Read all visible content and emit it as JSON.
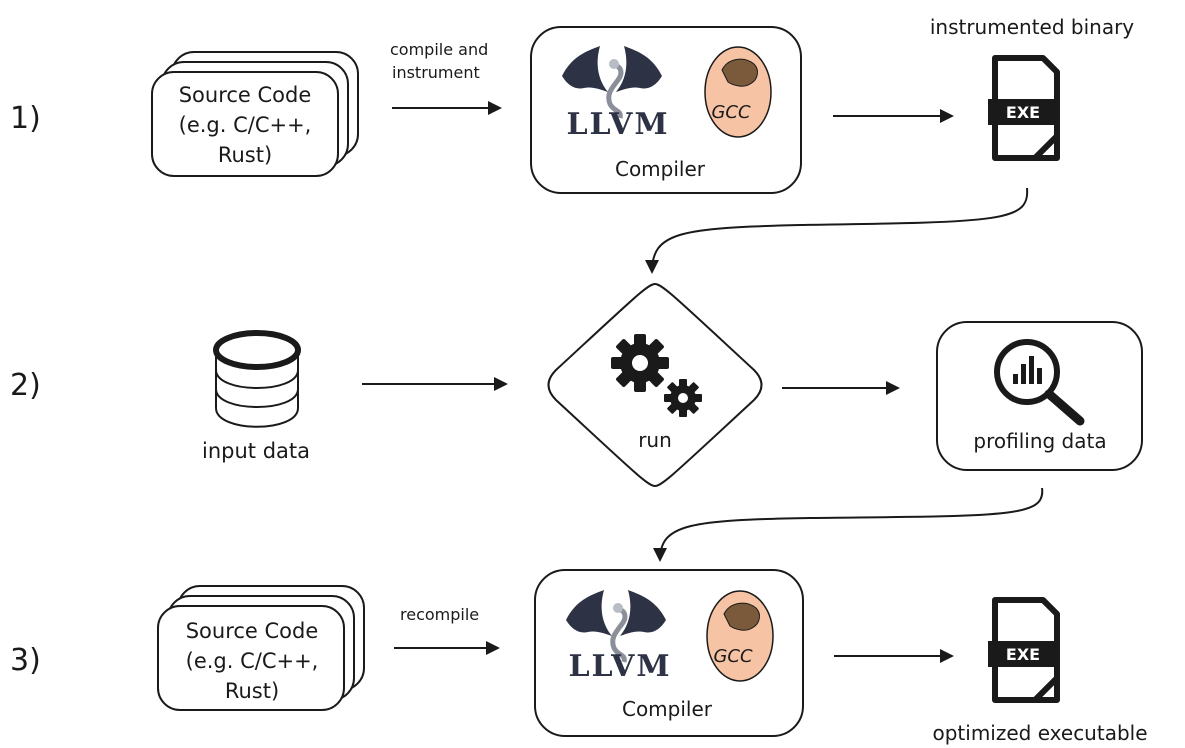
{
  "steps": [
    {
      "number": "1)",
      "source": [
        "Source Code",
        "(e.g. C/C++,",
        "Rust)"
      ],
      "arrow_label": [
        "compile and",
        "instrument"
      ],
      "compiler": {
        "llvm_text": "LLVM",
        "gcc_text": "GCC",
        "label": "Compiler"
      },
      "output": {
        "icon_text": "EXE",
        "label": "instrumented binary"
      }
    },
    {
      "number": "2)",
      "input_label": "input data",
      "run_label": "run",
      "profiling_label": "profiling data"
    },
    {
      "number": "3)",
      "source": [
        "Source Code",
        "(e.g. C/C++,",
        "Rust)"
      ],
      "arrow_label": [
        "recompile"
      ],
      "compiler": {
        "llvm_text": "LLVM",
        "gcc_text": "GCC",
        "label": "Compiler"
      },
      "output": {
        "icon_text": "EXE",
        "label": "optimized executable"
      }
    }
  ],
  "colors": {
    "ink": "#1a1a1a",
    "gcc_fill": "#f6c4a4",
    "paper": "#ffffff"
  }
}
